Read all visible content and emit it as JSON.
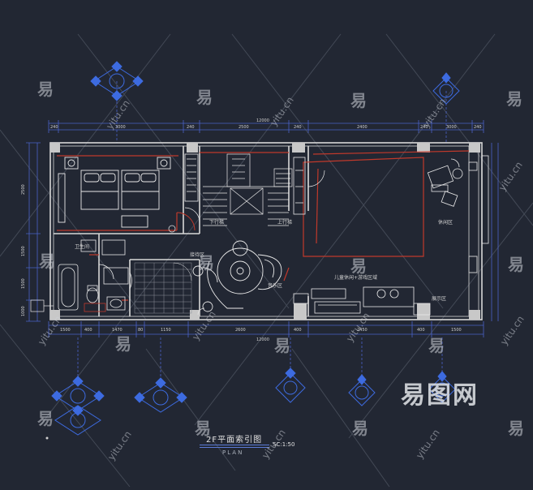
{
  "title": {
    "main": "2F平面索引图",
    "sub": "PLAN",
    "scale": "SC:1:50"
  },
  "rooms": {
    "stair_down": "下行梯",
    "stair_up": "上行梯",
    "bathroom": "卫生间",
    "children_area": "儿童休闲+游戏区域",
    "leisure_area": "休闲区",
    "music_area": "音乐区",
    "reception": "接待区",
    "display_area": "展示区"
  },
  "dimensions": {
    "top_total": "12000",
    "bottom_total": "12000",
    "top": [
      "240",
      "3000",
      "240",
      "2500",
      "240",
      "2400",
      "240",
      "3000",
      "240"
    ],
    "bottom": [
      "1500",
      "400",
      "1470",
      "80",
      "1150",
      "2600",
      "400",
      "2450",
      "400",
      "1500"
    ],
    "left": [
      "2500",
      "1500",
      "1500",
      "1000"
    ]
  },
  "watermark": {
    "char": "易",
    "url": "yitu.cn",
    "logo": "易图网"
  },
  "colors": {
    "background": "#222733",
    "wall": "#d8d8d8",
    "dimension": "#4a63c8",
    "accent_red": "#c0392b",
    "furniture": "#e9e9e9",
    "index_marker": "#3d6be0"
  }
}
